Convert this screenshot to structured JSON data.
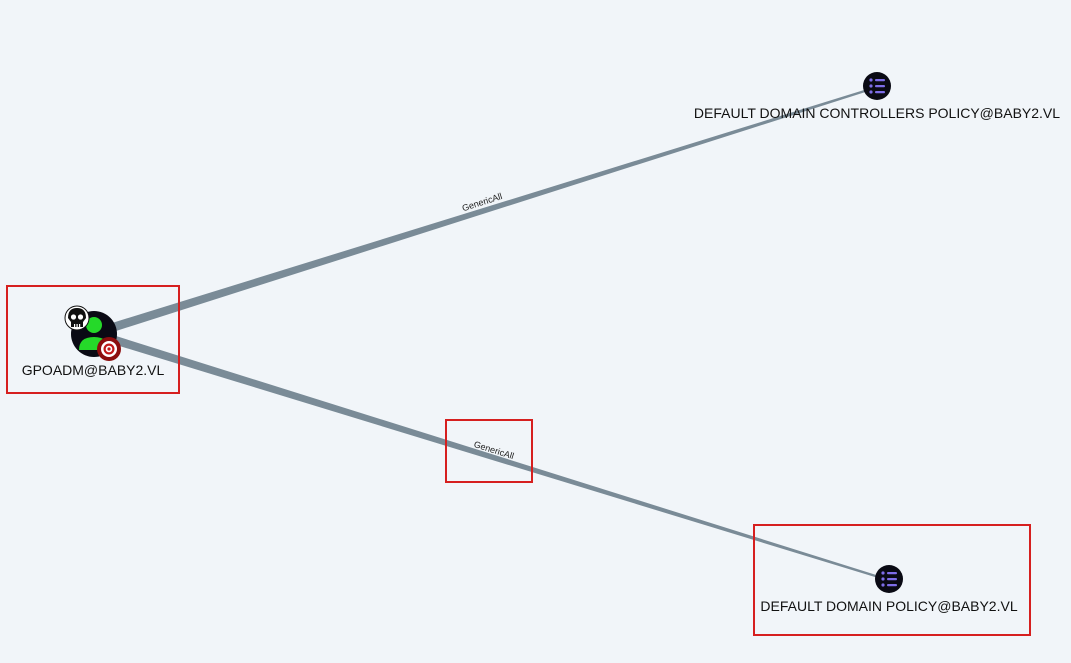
{
  "nodes": {
    "source": {
      "label": "GPOADM@BABY2.VL",
      "type": "user",
      "color": "#25d929",
      "badges": [
        "skull-icon",
        "target-icon"
      ]
    },
    "dc_policy": {
      "label": "DEFAULT DOMAIN CONTROLLERS POLICY@BABY2.VL",
      "type": "gpo",
      "icon": "list-icon",
      "color": "#7e6de8"
    },
    "domain_policy": {
      "label": "DEFAULT DOMAIN POLICY@BABY2.VL",
      "type": "gpo",
      "icon": "list-icon",
      "color": "#7e6de8"
    }
  },
  "edges": [
    {
      "from": "GPOADM@BABY2.VL",
      "to": "DEFAULT DOMAIN CONTROLLERS POLICY@BABY2.VL",
      "label": "GenericAll"
    },
    {
      "from": "GPOADM@BABY2.VL",
      "to": "DEFAULT DOMAIN POLICY@BABY2.VL",
      "label": "GenericAll"
    }
  ],
  "colors": {
    "background": "#f1f5f9",
    "edge": "#7a8b97",
    "highlight": "#d61f1f",
    "node_bg": "#0a0a14"
  }
}
